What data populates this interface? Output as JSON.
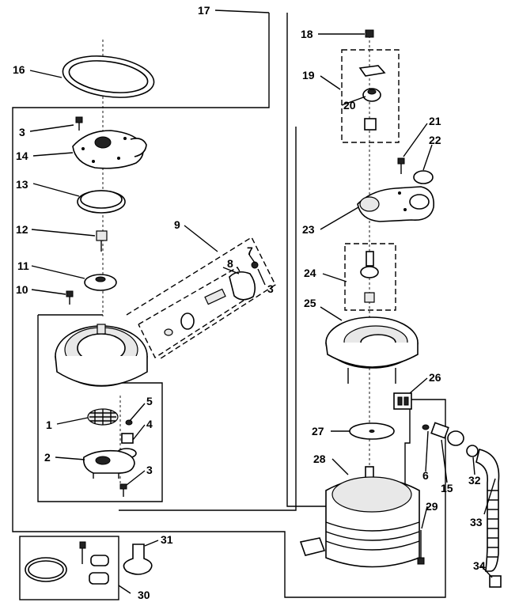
{
  "diagram": {
    "callouts": [
      "1",
      "2",
      "3",
      "3",
      "3",
      "4",
      "5",
      "6",
      "7",
      "8",
      "9",
      "10",
      "11",
      "12",
      "13",
      "14",
      "15",
      "16",
      "17",
      "18",
      "19",
      "20",
      "21",
      "22",
      "23",
      "24",
      "25",
      "26",
      "27",
      "28",
      "29",
      "30",
      "31",
      "32",
      "33",
      "34"
    ]
  }
}
